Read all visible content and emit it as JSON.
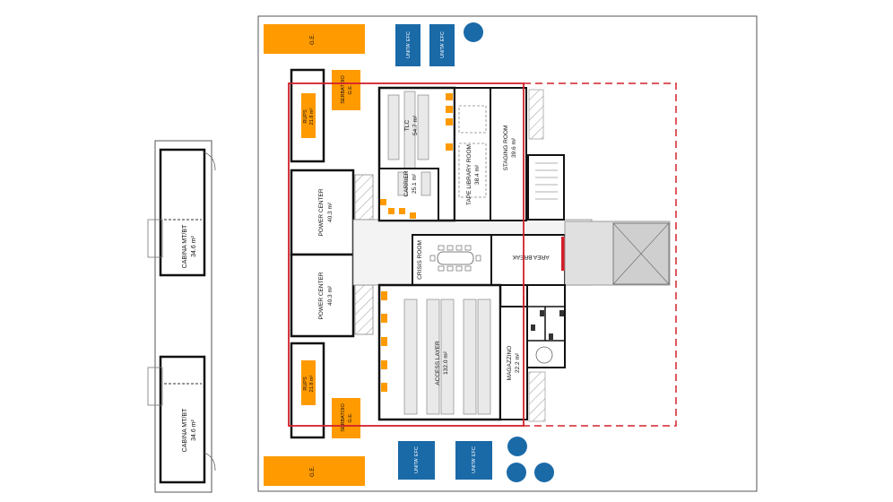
{
  "labels": {
    "ge": "G.E.",
    "unita_efc": "UNITA' EFC",
    "serbatoio": "SERBATOIO",
    "serbatoio_sub": "G.E.",
    "ups_name": "RUPS",
    "ups_area": "21.8 m²",
    "power_center": "POWER CENTER",
    "power_center_area": "40.3 m²",
    "tlc": "TLC",
    "tlc_area": "54.7 m²",
    "carrier": "CARRIER",
    "carrier_area": "25.1 m²",
    "tape_library": "TAPE LIBRARY ROOM",
    "tape_library_area": "38.4 m²",
    "staging": "STAGING ROOM",
    "staging_area": "39.6 m²",
    "crisis": "CRISIS ROOM",
    "area_break": "AREA BREAK",
    "access_layer": "ACCESS LAYER",
    "access_layer_area": "132.0 m²",
    "magazzino": "MAGAZZINO",
    "magazzino_area": "22.2 m²",
    "cabina": "CABINA MT/BT",
    "cabina_area": "34.6 m²"
  },
  "colors": {
    "generator": "#ff9a00",
    "efc": "#1a6aa8",
    "rack": "#e9e9e9",
    "boundary": "#d3202a",
    "wall": "#111111",
    "ramp": "#cfcfcf"
  }
}
